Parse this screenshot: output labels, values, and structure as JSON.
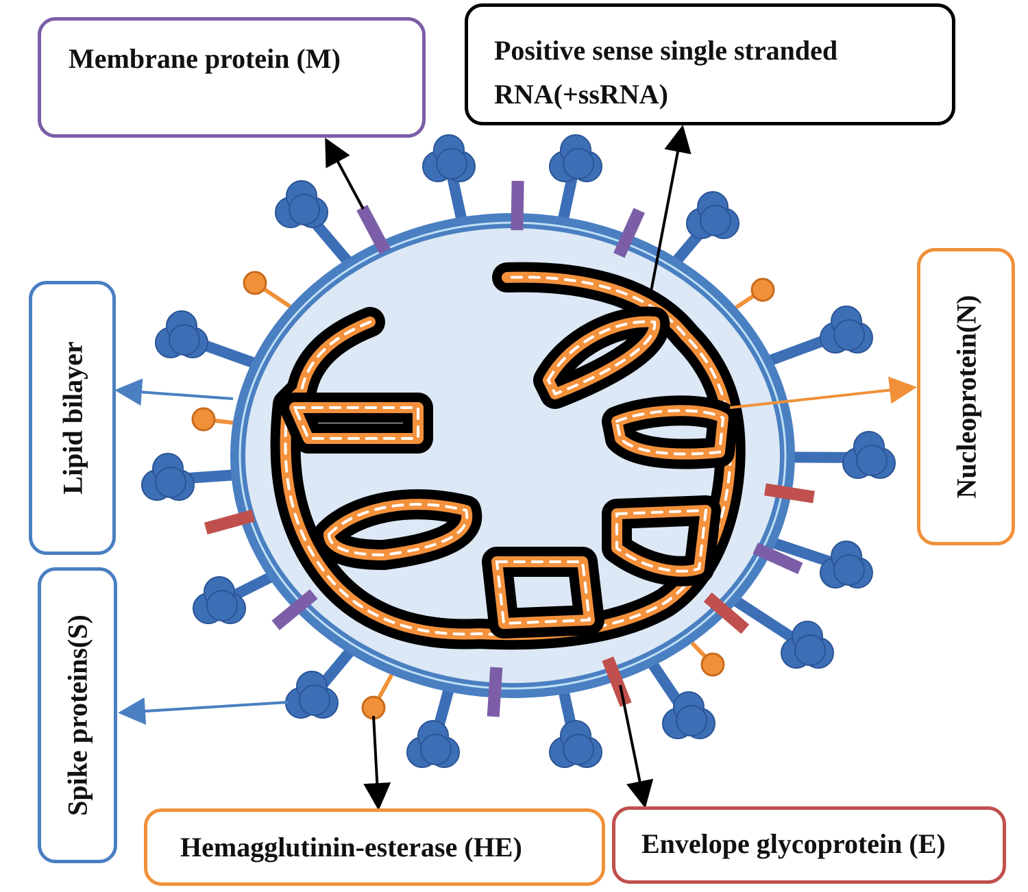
{
  "labels": {
    "membrane": "Membrane protein (M)",
    "rna_line1": "Positive sense single stranded",
    "rna_line2": "RNA(+ssRNA)",
    "nucleoprotein": "Nucleoprotein(N)",
    "lipid": "Lipid bilayer",
    "spike": "Spike proteins(S)",
    "he": "Hemagglutinin-esterase (HE)",
    "envelope": "Envelope glycoprotein (E)"
  },
  "colors": {
    "membrane": "#7b5ea7",
    "rna": "#000000",
    "nucleoprotein": "#f0913a",
    "lipid": "#4a7fc1",
    "spike": "#3d6fb6",
    "he": "#f0913a",
    "envelope": "#c0504d",
    "interior": "#dce8f5"
  }
}
